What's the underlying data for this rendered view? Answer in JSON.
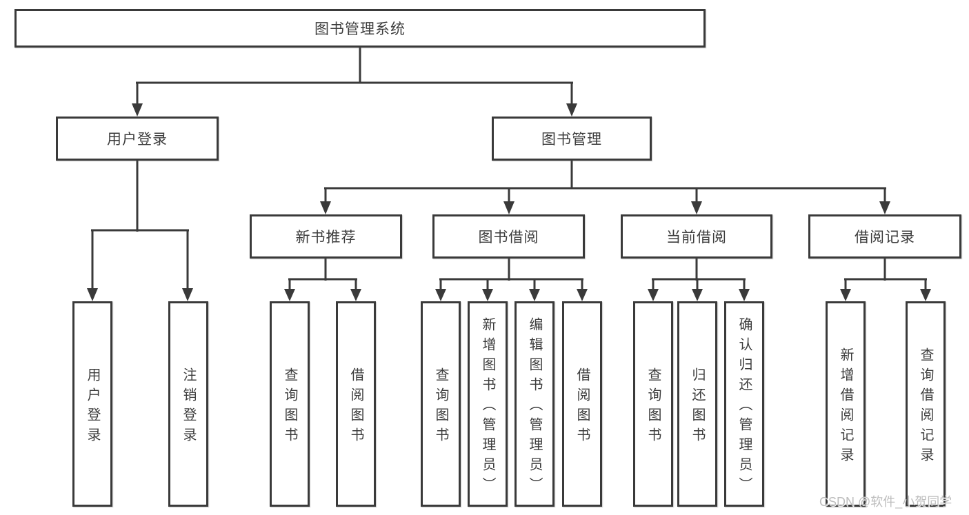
{
  "colors": {
    "line": "#3a3a3a",
    "text": "#3d3d3d",
    "background": "#ffffff",
    "watermark": "#bdbdbd"
  },
  "diagram": {
    "root": {
      "label": "图书管理系统"
    },
    "branches": [
      {
        "label": "用户登录",
        "children": [
          {
            "label": "用户登录"
          },
          {
            "label": "注销登录"
          }
        ]
      },
      {
        "label": "图书管理",
        "children": [
          {
            "label": "新书推荐",
            "children": [
              {
                "label": "查询图书"
              },
              {
                "label": "借阅图书"
              }
            ]
          },
          {
            "label": "图书借阅",
            "children": [
              {
                "label": "查询图书"
              },
              {
                "label": "新增图书（管理员）"
              },
              {
                "label": "编辑图书（管理员）"
              },
              {
                "label": "借阅图书"
              }
            ]
          },
          {
            "label": "当前借阅",
            "children": [
              {
                "label": "查询图书"
              },
              {
                "label": "归还图书"
              },
              {
                "label": "确认归还（管理员）"
              }
            ]
          },
          {
            "label": "借阅记录",
            "children": [
              {
                "label": "新增借阅记录"
              },
              {
                "label": "查询借阅记录"
              }
            ]
          }
        ]
      }
    ]
  },
  "watermark": {
    "text": "CSDN @软件_小贺同学"
  }
}
